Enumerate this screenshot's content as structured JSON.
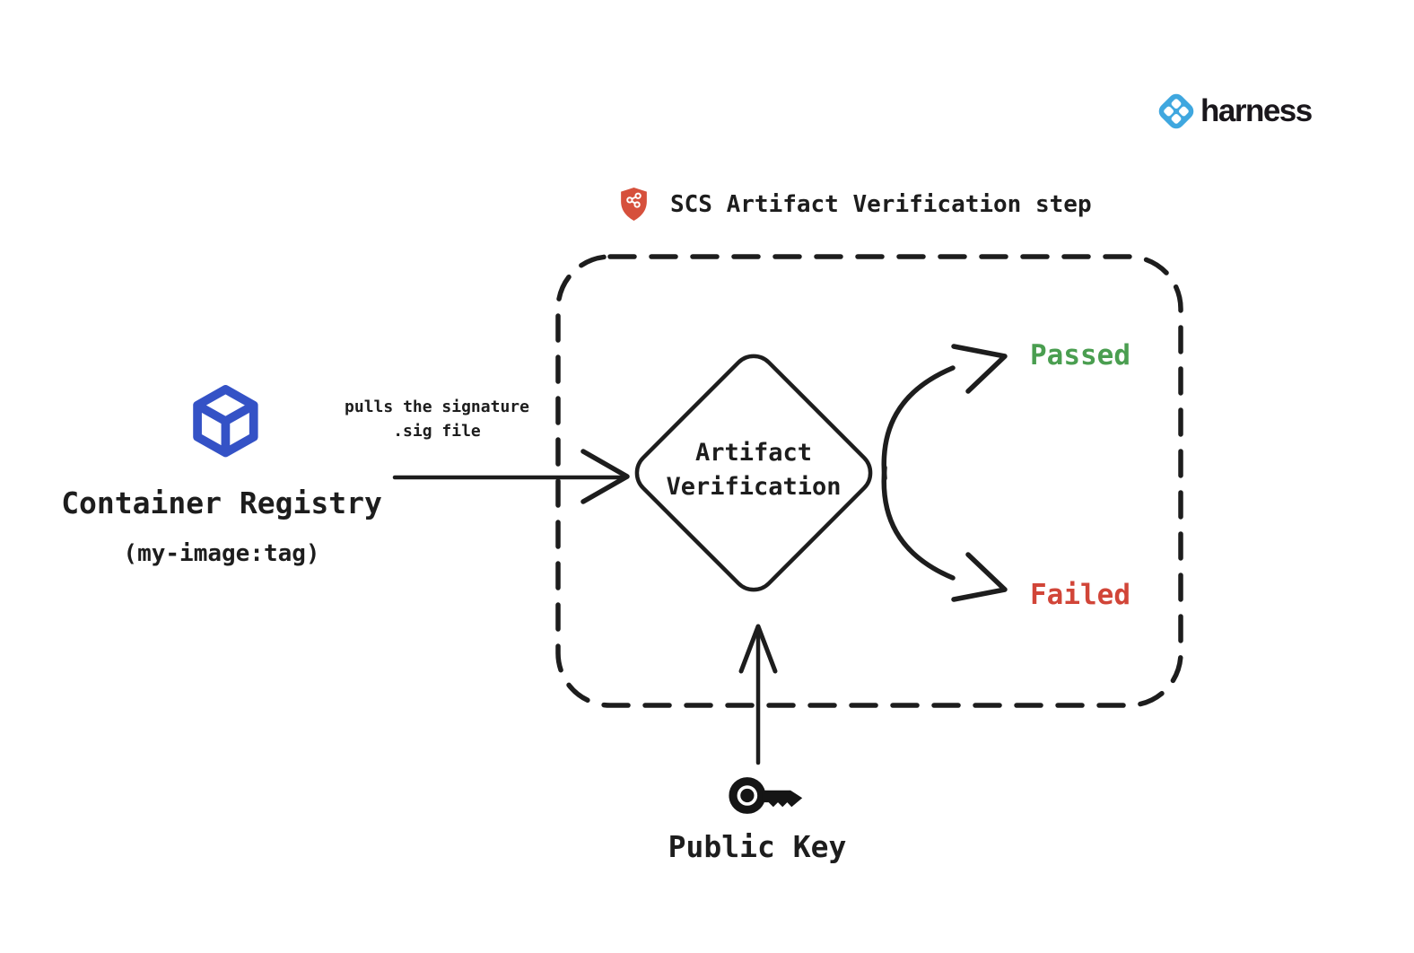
{
  "brand": {
    "name": "harness",
    "logo_color": "#3fa7df",
    "text_color": "#1a171c"
  },
  "step": {
    "title": "SCS Artifact Verification step",
    "shield_icon_color": "#d6503c"
  },
  "container_registry": {
    "label": "Container Registry",
    "sublabel": "(my-image:tag)",
    "cube_icon_color": "#3452c6"
  },
  "pull_arrow": {
    "label_line1": "pulls the signature",
    "label_line2": ".sig file"
  },
  "verification_node": {
    "label_line1": "Artifact",
    "label_line2": "Verification"
  },
  "outcomes": {
    "passed": {
      "label": "Passed",
      "color": "#4a9e50"
    },
    "failed": {
      "label": "Failed",
      "color": "#d14538"
    }
  },
  "public_key": {
    "label": "Public Key"
  },
  "stroke_color": "#1d1d1d"
}
